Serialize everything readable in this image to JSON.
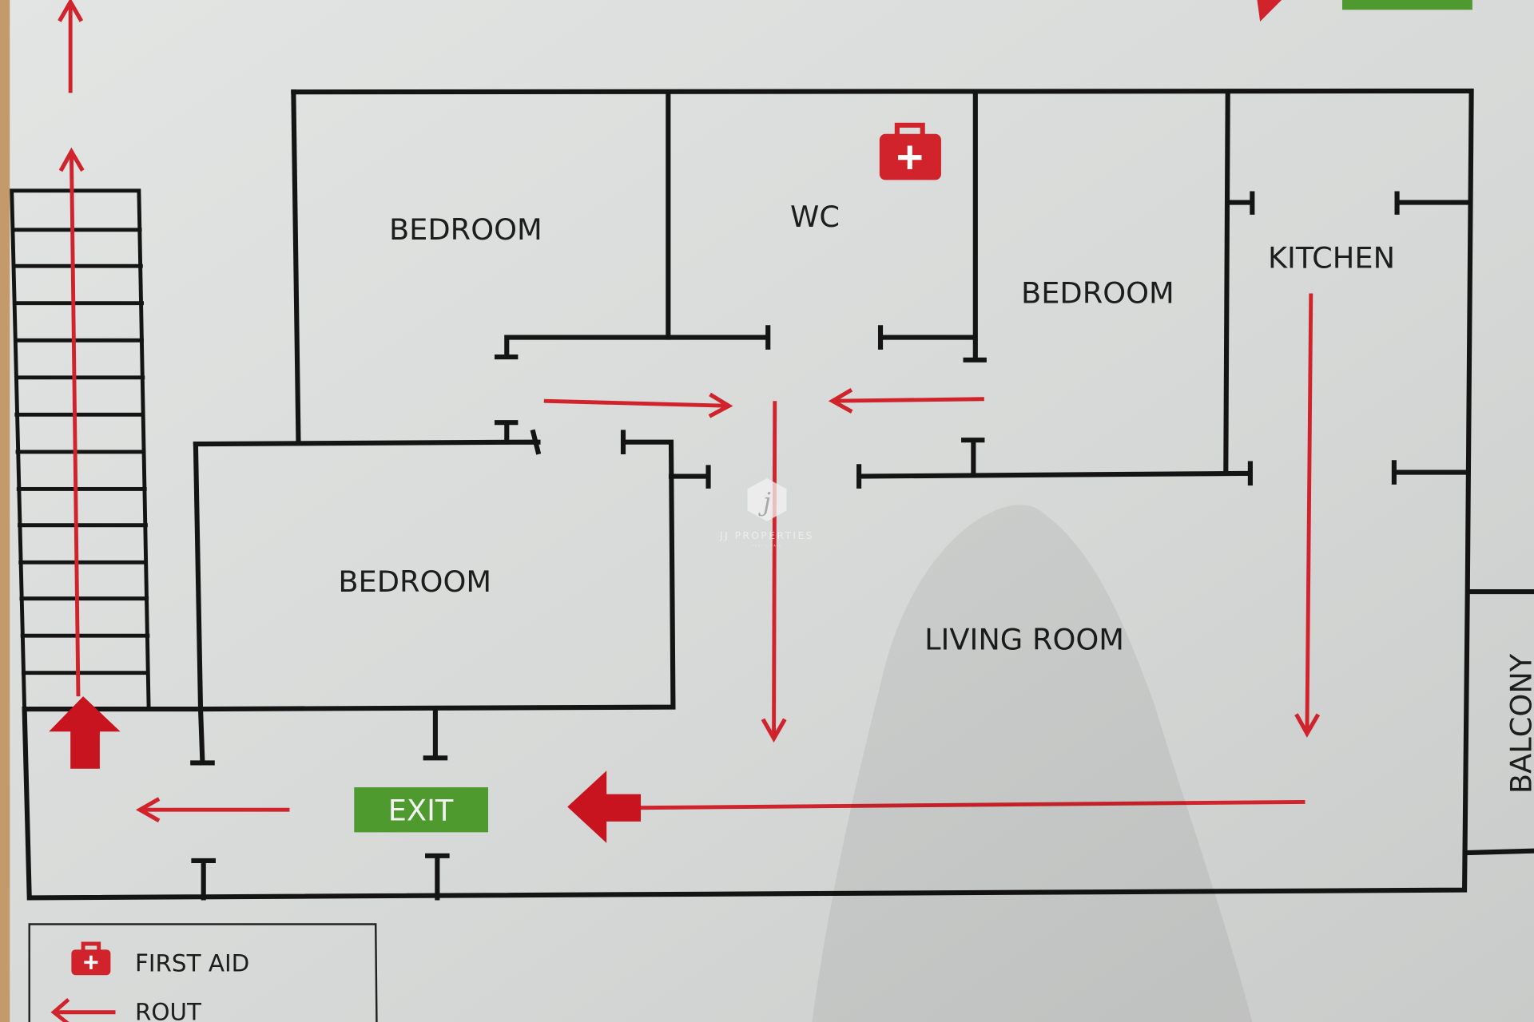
{
  "rooms": {
    "bedroom_top_left": "BEDROOM",
    "wc": "WC",
    "bedroom_right": "BEDROOM",
    "kitchen": "KITCHEN",
    "bedroom_lower": "BEDROOM",
    "living_room": "LIVING ROOM",
    "balcony": "BALCONY"
  },
  "exit_sign": {
    "label": "EXIT",
    "color": "#4e9a2e"
  },
  "watermark": {
    "letter": "j",
    "name": "JJ PROPERTIES",
    "sub": "REAL ESTATE"
  },
  "legend": {
    "items": [
      {
        "icon": "first-aid-icon",
        "label": "FIRST AID"
      },
      {
        "icon": "arrow-left-icon",
        "label": "ROUT"
      }
    ]
  },
  "colors": {
    "route": "#d1232b",
    "exit": "#4e9a2e",
    "wall": "#141414",
    "background": "#d9dcdb"
  }
}
